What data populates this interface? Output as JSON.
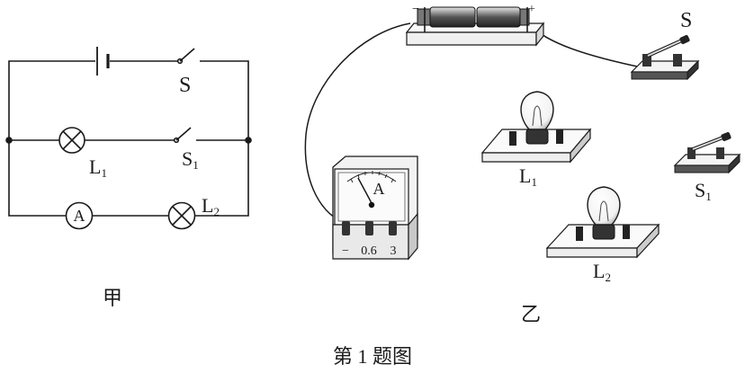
{
  "figure": {
    "caption": "第 1 题图",
    "left_panel": {
      "name": "甲",
      "switch_S": "S",
      "switch_S1": {
        "letter": "S",
        "subscript": "1"
      },
      "lamp_L1": {
        "letter": "L",
        "subscript": "1"
      },
      "lamp_L2": {
        "letter": "L",
        "subscript": "2"
      },
      "ammeter_symbol": "A"
    },
    "right_panel": {
      "name": "乙",
      "battery_minus": "−",
      "battery_plus": "+",
      "switch_S": "S",
      "switch_S1": {
        "letter": "S",
        "subscript": "1"
      },
      "lamp_L1": {
        "letter": "L",
        "subscript": "1"
      },
      "lamp_L2": {
        "letter": "L",
        "subscript": "2"
      },
      "ammeter_face": "A",
      "ammeter_terminals": [
        "−",
        "0.6",
        "3"
      ]
    }
  }
}
